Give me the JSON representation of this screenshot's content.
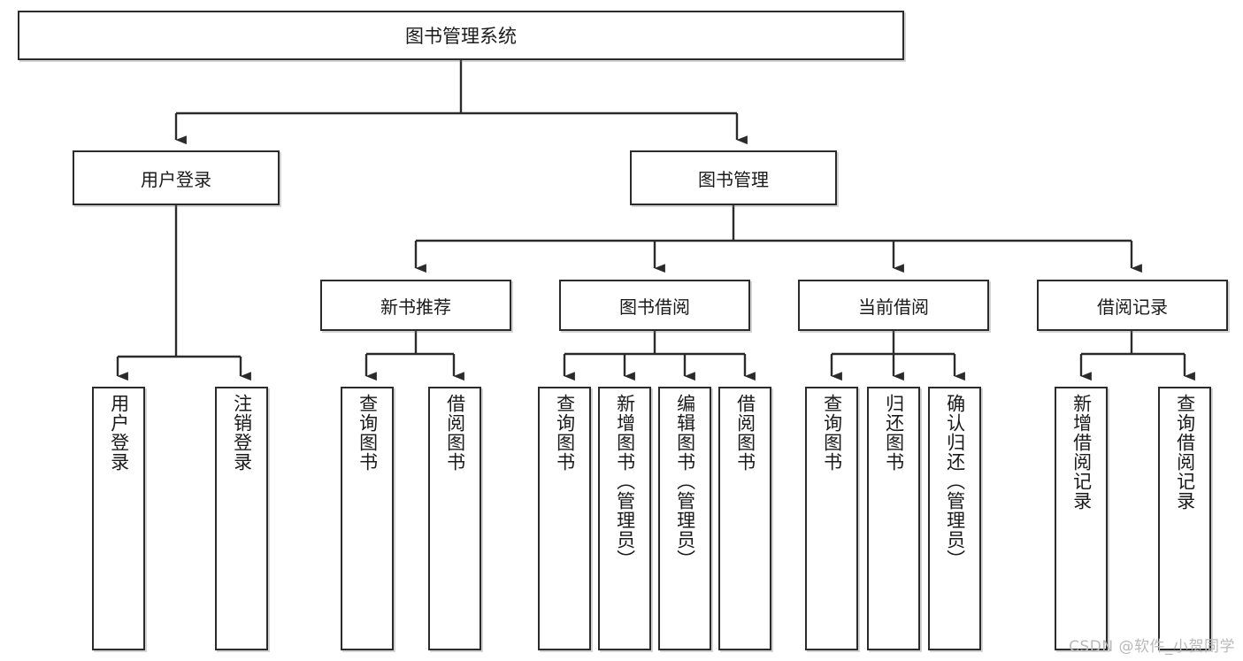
{
  "diagram": {
    "type": "tree-hierarchy",
    "title": "图书管理系统",
    "root": {
      "id": "root",
      "label": "图书管理系统"
    },
    "level2": [
      {
        "id": "user-login",
        "label": "用户登录"
      },
      {
        "id": "book-manage",
        "label": "图书管理"
      }
    ],
    "level3": [
      {
        "id": "new-book-rec",
        "label": "新书推荐",
        "parent": "book-manage"
      },
      {
        "id": "book-borrow",
        "label": "图书借阅",
        "parent": "book-manage"
      },
      {
        "id": "current-borrow",
        "label": "当前借阅",
        "parent": "book-manage"
      },
      {
        "id": "borrow-record",
        "label": "借阅记录",
        "parent": "book-manage"
      }
    ],
    "leaves": [
      {
        "id": "leaf-user-login",
        "label": "用户登录",
        "parent": "user-login"
      },
      {
        "id": "leaf-user-logout",
        "label": "注销登录",
        "parent": "user-login"
      },
      {
        "id": "leaf-query-book-1",
        "label": "查询图书",
        "parent": "new-book-rec"
      },
      {
        "id": "leaf-borrow-book-1",
        "label": "借阅图书",
        "parent": "new-book-rec"
      },
      {
        "id": "leaf-query-book-2",
        "label": "查询图书",
        "parent": "book-borrow"
      },
      {
        "id": "leaf-add-book",
        "label": "新增图书（管理员）",
        "parent": "book-borrow"
      },
      {
        "id": "leaf-edit-book",
        "label": "编辑图书（管理员）",
        "parent": "book-borrow"
      },
      {
        "id": "leaf-borrow-book-2",
        "label": "借阅图书",
        "parent": "book-borrow"
      },
      {
        "id": "leaf-query-book-3",
        "label": "查询图书",
        "parent": "current-borrow"
      },
      {
        "id": "leaf-return-book",
        "label": "归还图书",
        "parent": "current-borrow"
      },
      {
        "id": "leaf-confirm-return",
        "label": "确认归还（管理员）",
        "parent": "current-borrow"
      },
      {
        "id": "leaf-add-record",
        "label": "新增借阅记录",
        "parent": "borrow-record"
      },
      {
        "id": "leaf-query-record",
        "label": "查询借阅记录",
        "parent": "borrow-record"
      }
    ],
    "colors": {
      "stroke": "#2b2b2b",
      "fill": "#ffffff",
      "text": "#1a1a1a",
      "watermark": "#b9b9b9"
    }
  },
  "watermark": {
    "text": "CSDN @软件_小贺同学"
  }
}
